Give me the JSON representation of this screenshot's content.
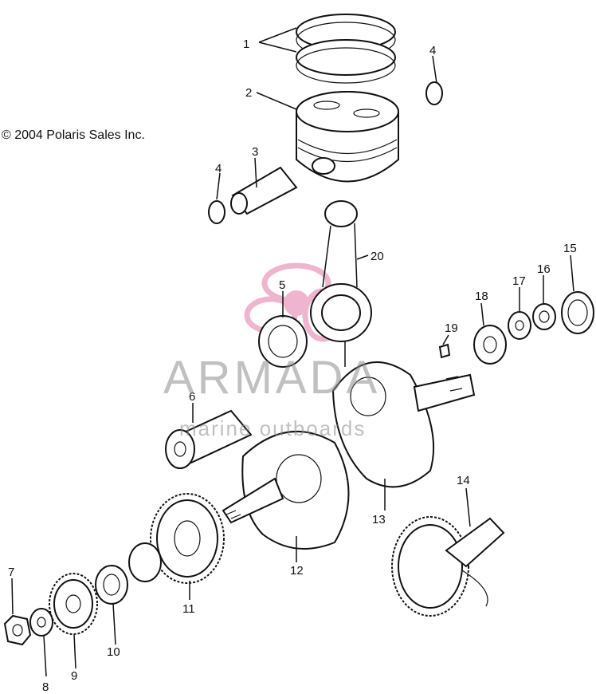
{
  "copyright": "© 2004 Polaris Sales Inc.",
  "watermark": {
    "title": "ARMADA",
    "subtitle": "marine outboards",
    "logo": "pink-propeller-logo"
  },
  "callouts": [
    "1",
    "2",
    "3",
    "4",
    "4",
    "5",
    "6",
    "7",
    "8",
    "9",
    "10",
    "11",
    "12",
    "13",
    "14",
    "15",
    "16",
    "17",
    "18",
    "19",
    "20"
  ],
  "colors": {
    "line": "#111111",
    "watermark_pink": "#e27aa8",
    "watermark_gray": "#8c8c8c"
  }
}
